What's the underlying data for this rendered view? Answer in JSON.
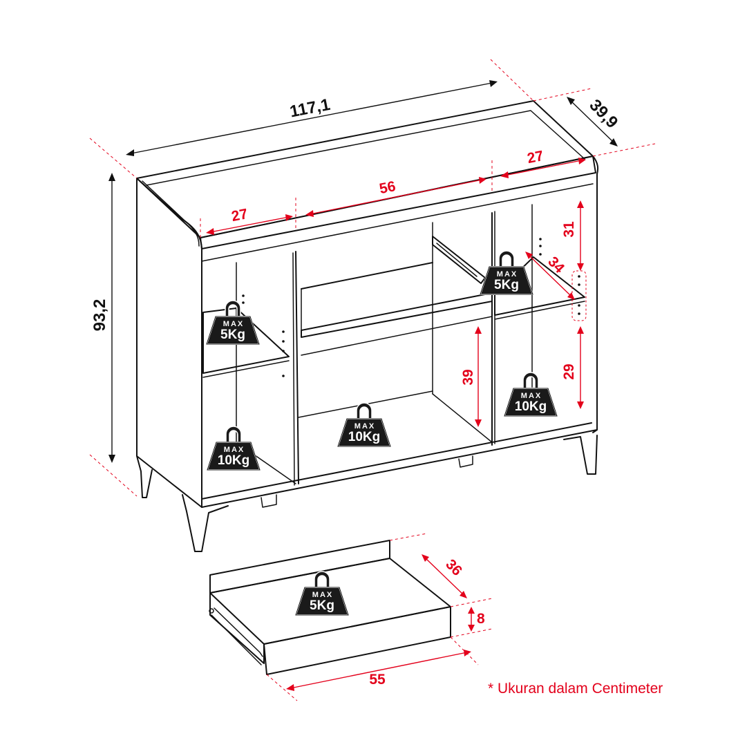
{
  "overall": {
    "width": "117,1",
    "depth": "39,9",
    "height": "93,2"
  },
  "compartments": {
    "left_width": "27",
    "middle_width": "56",
    "right_width": "27"
  },
  "right_section": {
    "upper_height": "31",
    "shelf_depth": "34",
    "lower_height": "29"
  },
  "middle_section": {
    "lower_height": "39"
  },
  "drawer": {
    "depth": "36",
    "height": "8",
    "width": "55"
  },
  "weights": {
    "max_label": "MAX",
    "shelf_left": "5Kg",
    "shelf_right": "5Kg",
    "bottom_left": "10Kg",
    "bottom_middle": "10Kg",
    "bottom_right": "10Kg",
    "drawer": "5Kg"
  },
  "note": "* Ukuran dalam Centimeter",
  "colors": {
    "dimension": "#e3001b",
    "outline": "#111111",
    "weight_fill": "#1a1a1a"
  }
}
